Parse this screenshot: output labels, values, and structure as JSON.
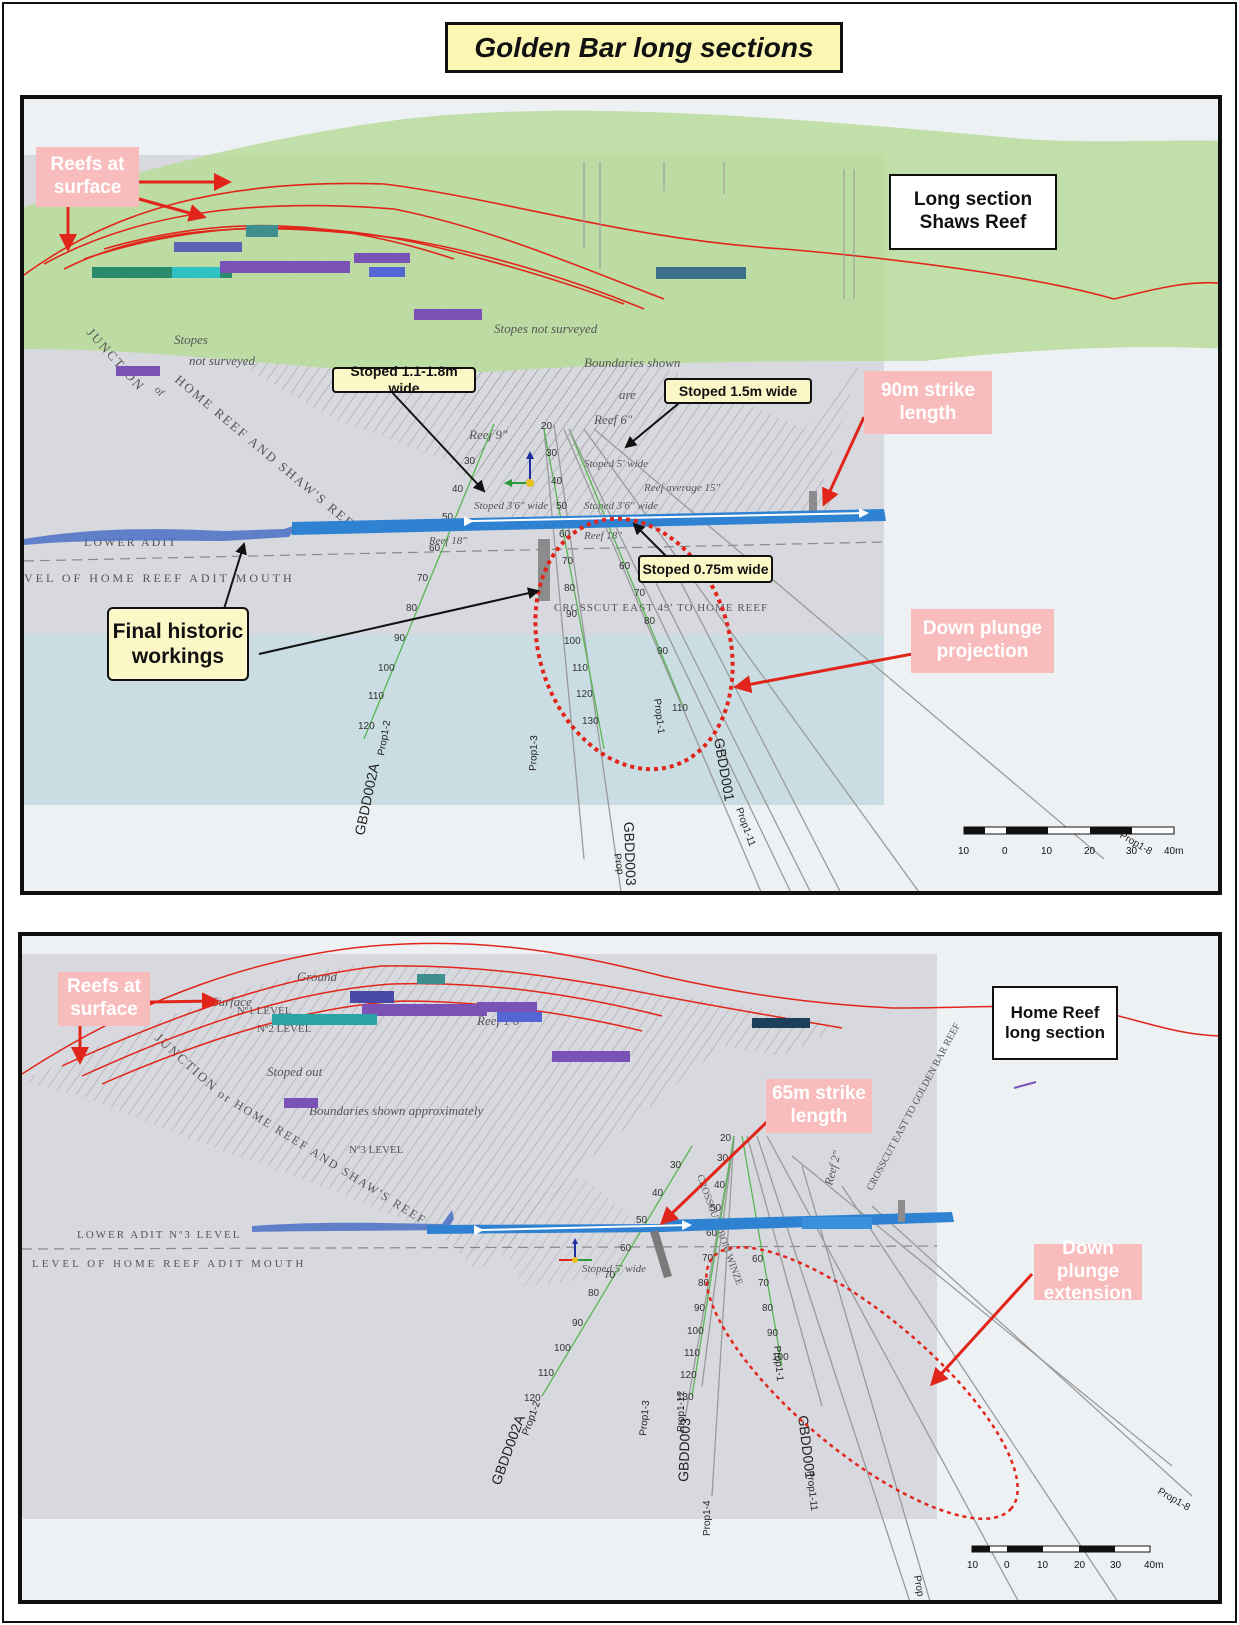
{
  "title": "Golden Bar long sections",
  "top_panel": {
    "section_label": "Long section\nShaws Reef",
    "reefs_at_surface": "Reefs at\nsurface",
    "strike_length": "90m strike\nlength",
    "down_plunge": "Down plunge\nprojection",
    "callouts": {
      "stoped_a": "Stoped 1.1-1.8m wide",
      "stoped_b": "Stoped 1.5m wide",
      "stoped_c": "Stoped 0.75m wide",
      "final_historic": "Final historic\nworkings"
    },
    "historic_labels": {
      "stopes_not_surveyed_a": "Stopes",
      "stopes_not_surveyed_b": "not surveyed",
      "stopes_not_surveyed_c": "Stopes not surveyed",
      "boundaries": "Boundaries shown",
      "are": "are",
      "junction": "JUNCTION",
      "of": "of",
      "home_reef": "HOME REEF AND SHAW'S REEF",
      "lower_adit": "LOWER ADIT",
      "level": "VEL OF HOME REEF ADIT MOUTH",
      "crosscut": "CROSSCUT EAST 49' TO HOME REEF",
      "reef9": "Reef 9\"",
      "reef6": "Reef 6\"",
      "reef18": "Reef 18\"",
      "reef18b": "Reef 18\"",
      "stoped5": "Stoped 5' wide",
      "stoped36": "Stoped 3'6\" wide",
      "reef_average": "Reef average 15\"",
      "stoped36b": "Stoped 3'6\" wide"
    },
    "holes": [
      "GBDD002A",
      "Prop1-2",
      "Prop1-3",
      "GBDD003",
      "Prop1-1",
      "GBDD001",
      "Prop1-11",
      "Prop1-8",
      "Prop"
    ],
    "depth_ticks_left": [
      "30",
      "40",
      "50",
      "60",
      "70",
      "80",
      "90",
      "100",
      "110",
      "120"
    ],
    "depth_ticks_mid": [
      "20",
      "30",
      "40",
      "50",
      "60",
      "70",
      "80",
      "90",
      "100",
      "110",
      "120",
      "130"
    ],
    "depth_ticks_right": [
      "60",
      "70",
      "80",
      "90",
      "110"
    ],
    "scale": [
      "10",
      "0",
      "10",
      "20",
      "30",
      "40m"
    ]
  },
  "bottom_panel": {
    "section_label": "Home Reef\nlong section",
    "reefs_at_surface": "Reefs at\nsurface",
    "strike_length": "65m strike\nlength",
    "down_plunge": "Down plunge\nextension",
    "historic_labels": {
      "surface": "Surface",
      "ground": "Ground",
      "no1": "Nº1 LEVEL",
      "no2": "Nº2 LEVEL",
      "reef16": "Reef 1'6\"",
      "junction": "JUNCTION",
      "home_reef": "or HOME REEF AND SHAW'S REEF",
      "stoped_out": "Stoped out",
      "boundaries": "Boundaries shown approximately",
      "no3": "Nº3 LEVEL",
      "lower_adit": "LOWER ADIT Nº3 LEVEL",
      "level": "LEVEL OF HOME REEF ADIT MOUTH",
      "reef2": "Reef 2\"",
      "crosscut": "CROSSCUT EAST TO GOLDEN BAR REEF",
      "stoped5": "Stoped 5' wide",
      "crosscut_winze": "CROSSCUT FROM WINZE"
    },
    "holes": [
      "GBDD002A",
      "Prop1-2",
      "Prop1-3",
      "GBDD003",
      "Prop1-12",
      "Prop1-4",
      "Prop1-1",
      "GBDD001",
      "Prop1-11",
      "Prop1-8",
      "Prop"
    ],
    "depth_ticks_left": [
      "30",
      "40",
      "50",
      "60",
      "70",
      "80",
      "90",
      "100",
      "110",
      "120"
    ],
    "depth_ticks_mid": [
      "20",
      "30",
      "40",
      "50",
      "60",
      "70",
      "80",
      "90",
      "100",
      "110",
      "120",
      "130"
    ],
    "depth_ticks_right": [
      "60",
      "70",
      "80",
      "90",
      "100"
    ],
    "scale": [
      "10",
      "0",
      "10",
      "20",
      "30",
      "40m"
    ]
  },
  "colors": {
    "reef_line": "#e1251b",
    "surface_green": "#b9dc9a",
    "drive_blue": "#2f82d2",
    "callout_pink": "#f8bcbc",
    "callout_yellow": "#fbf7c6",
    "plunge_ellipse": "#e1251b"
  }
}
